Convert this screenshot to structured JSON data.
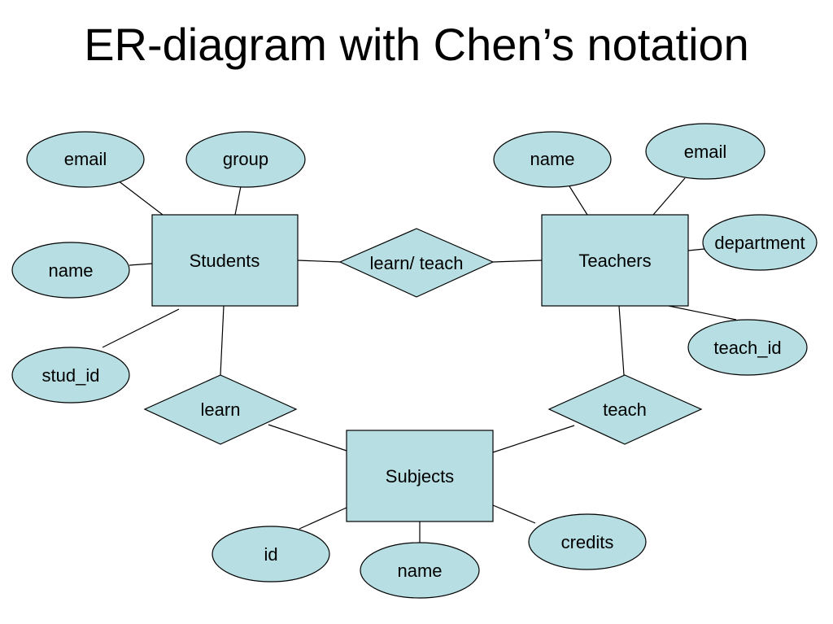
{
  "title": "ER-diagram with Chen’s notation",
  "entities": {
    "students": "Students",
    "teachers": "Teachers",
    "subjects": "Subjects"
  },
  "relationships": {
    "learn_teach": "learn/ teach",
    "learn": "learn",
    "teach": "teach"
  },
  "attributes": {
    "students": {
      "email": "email",
      "group": "group",
      "name": "name",
      "stud_id": "stud_id"
    },
    "teachers": {
      "name": "name",
      "email": "email",
      "department": "department",
      "teach_id": "teach_id"
    },
    "subjects": {
      "id": "id",
      "name": "name",
      "credits": "credits"
    }
  },
  "colors": {
    "fill": "#b7dee2",
    "stroke": "#000000"
  }
}
